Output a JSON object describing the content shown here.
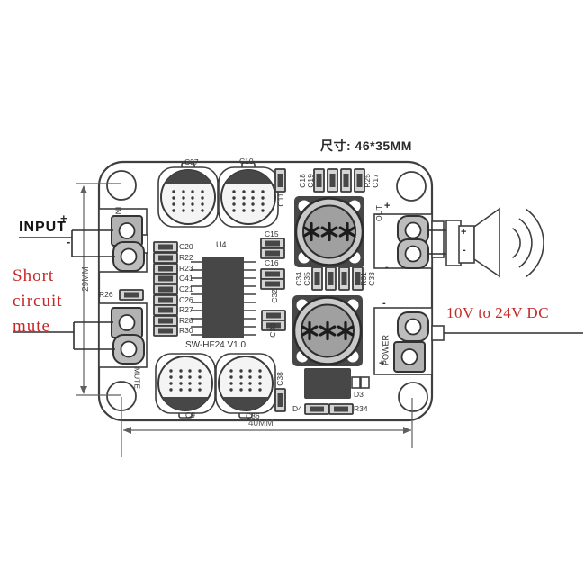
{
  "colors": {
    "annotation_red": "#c62828",
    "line_dark": "#3f3f3f"
  },
  "notes": {
    "size": "尺寸: 46*35MM",
    "input": "INPUT",
    "short_circuit": [
      "Short",
      "circuit",
      "mute"
    ],
    "power_supply": "10V to 24V DC"
  },
  "dimensions": {
    "width": "40MM",
    "height": "29MM"
  },
  "signs": {
    "plus": "+",
    "minus": "-"
  },
  "silkscreen": {
    "version": "SW-HF24 V1.0",
    "ic": "U4",
    "top_caps": [
      "C37",
      "C10"
    ],
    "bottom_caps": [
      "C9",
      "C36"
    ],
    "c11": "C11",
    "top_row": [
      "C18",
      "C19",
      "R25",
      "C17"
    ],
    "left_col": [
      "C20",
      "R22",
      "R23",
      "C41",
      "C21",
      "C26",
      "R27",
      "R28",
      "R30"
    ],
    "right_col": [
      "C15",
      "C16",
      "C32",
      "C30"
    ],
    "mid_row": [
      "C34",
      "C35",
      "R31",
      "C33"
    ],
    "r26": "R26",
    "c38": "C38",
    "d3": "D3",
    "d4": "D4",
    "r34": "R34",
    "connectors": {
      "in": "IN",
      "mute": "MUTE",
      "out": "OUT",
      "power": "POWER"
    },
    "inductor_marking": "***"
  }
}
